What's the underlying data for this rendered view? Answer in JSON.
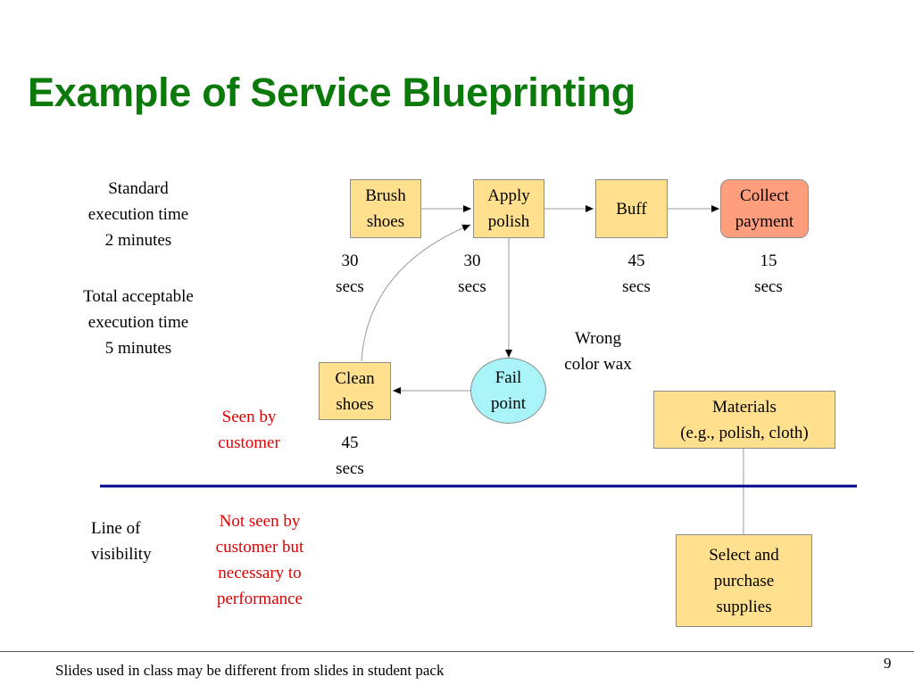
{
  "slide": {
    "title": "Example of Service Blueprinting",
    "footer": "Slides used in class may be different from slides in student pack",
    "page_number": "9"
  },
  "left_notes": {
    "standard_time": "Standard\nexecution time\n2 minutes",
    "total_time": "Total acceptable\nexecution time\n5 minutes",
    "seen_by_customer": "Seen by\ncustomer",
    "line_of_visibility": "Line of\nvisibility",
    "not_seen": "Not seen by\ncustomer but\nnecessary to\nperformance"
  },
  "steps": {
    "brush": {
      "label": "Brush\nshoes",
      "time": "30\nsecs"
    },
    "apply": {
      "label": "Apply\npolish",
      "time": "30\nsecs"
    },
    "buff": {
      "label": "Buff",
      "time": "45\nsecs"
    },
    "collect": {
      "label": "Collect\npayment",
      "time": "15\nsecs"
    },
    "clean": {
      "label": "Clean\nshoes",
      "time": "45\nsecs"
    },
    "fail_point": {
      "label": "Fail\npoint",
      "note": "Wrong\ncolor wax"
    },
    "materials": {
      "label": "Materials\n(e.g., polish, cloth)"
    },
    "supplies": {
      "label": "Select and\npurchase\nsupplies"
    }
  },
  "colors": {
    "title": "#0b7a0b",
    "step_box": "#ffe08f",
    "payment_box": "#ff9e7d",
    "fail_point": "#a8f4f8",
    "visibility_line": "#00008b",
    "highlight_text": "#e00000"
  }
}
